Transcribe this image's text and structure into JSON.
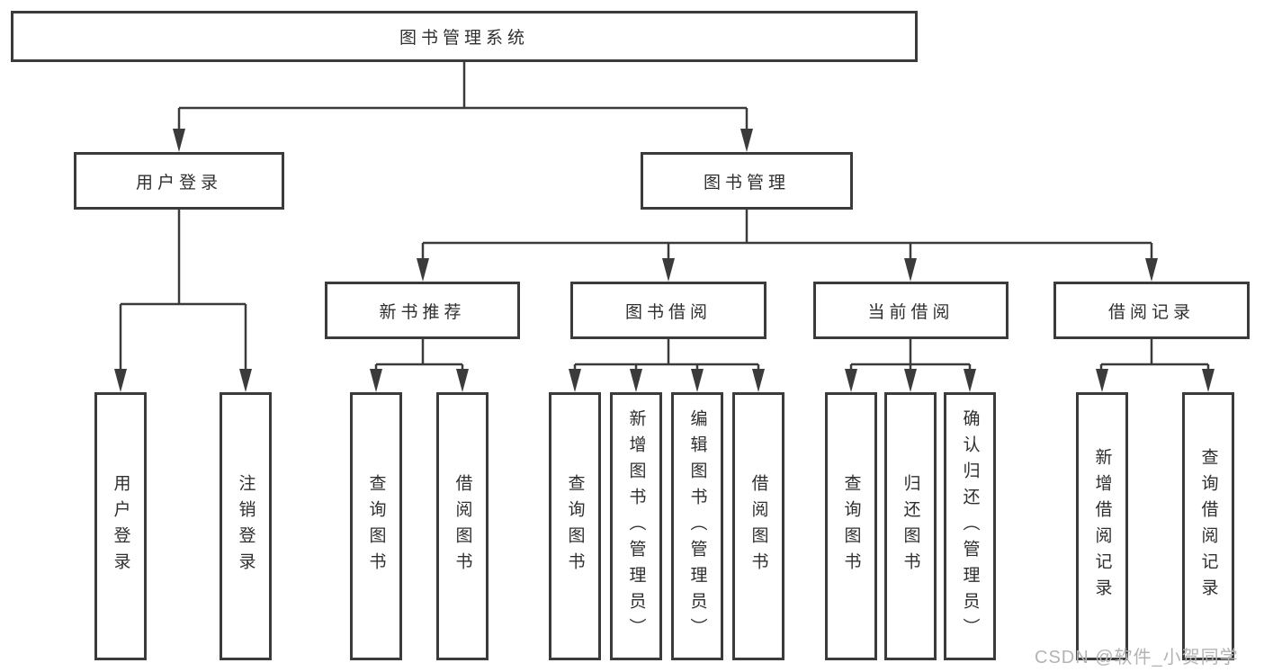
{
  "diagram": {
    "root": {
      "label": "图书管理系统"
    },
    "level2": [
      {
        "label": "用户登录",
        "children": [
          {
            "label": "用户登录"
          },
          {
            "label": "注销登录"
          }
        ]
      },
      {
        "label": "图书管理",
        "children": [
          {
            "label": "新书推荐",
            "children": [
              {
                "label": "查询图书"
              },
              {
                "label": "借阅图书"
              }
            ]
          },
          {
            "label": "图书借阅",
            "children": [
              {
                "label": "查询图书"
              },
              {
                "label": "新增图书（管理员）"
              },
              {
                "label": "编辑图书（管理员）"
              },
              {
                "label": "借阅图书"
              }
            ]
          },
          {
            "label": "当前借阅",
            "children": [
              {
                "label": "查询图书"
              },
              {
                "label": "归还图书"
              },
              {
                "label": "确认归还（管理员）"
              }
            ]
          },
          {
            "label": "借阅记录",
            "children": [
              {
                "label": "新增借阅记录"
              },
              {
                "label": "查询借阅记录"
              }
            ]
          }
        ]
      }
    ]
  },
  "watermark": {
    "text": "CSDN @软件_小贺同学"
  },
  "colors": {
    "line": "#3b3b3b",
    "text": "#2f2f2f",
    "box_background": "#ffffff",
    "watermark": "#b3b3b3"
  }
}
